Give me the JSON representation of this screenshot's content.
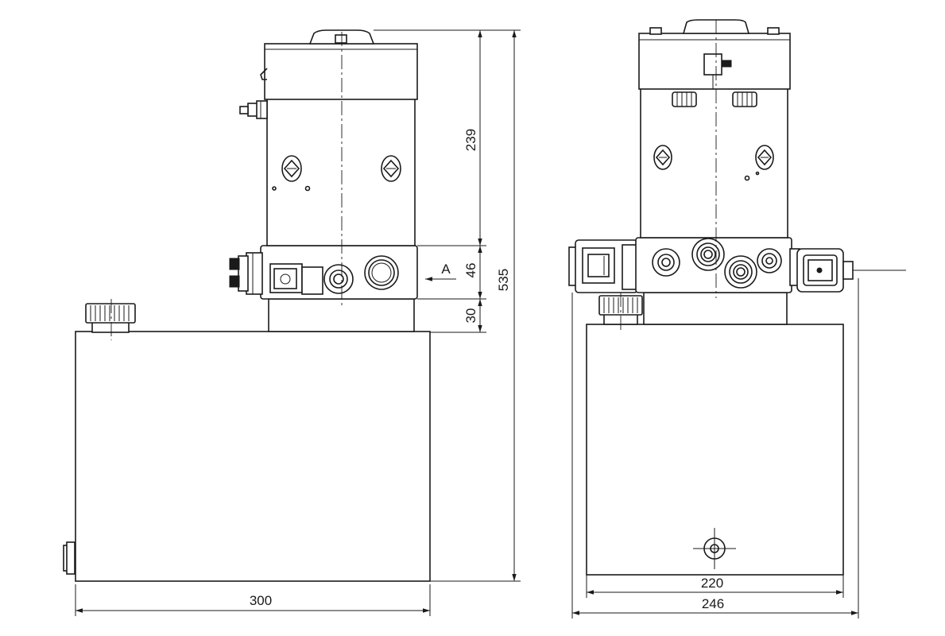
{
  "drawing": {
    "dimensions": {
      "d239": "239",
      "d46": "46",
      "d30": "30",
      "d535": "535",
      "d300": "300",
      "d220": "220",
      "d246": "246"
    },
    "view_label": "A"
  }
}
